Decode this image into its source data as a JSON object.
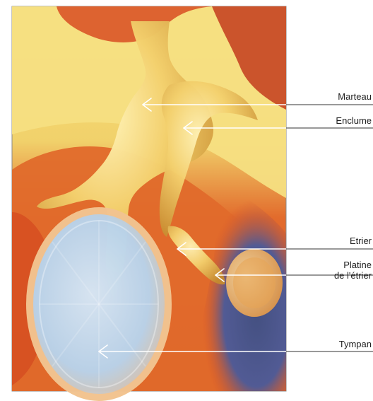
{
  "diagram": {
    "labels": [
      {
        "id": "marteau",
        "text": "Marteau"
      },
      {
        "id": "enclume",
        "text": "Enclume"
      },
      {
        "id": "etrier",
        "text": "Etrier"
      },
      {
        "id": "platine",
        "text": "Platine",
        "text2": "de l'étrier"
      },
      {
        "id": "tympan",
        "text": "Tympan"
      }
    ]
  }
}
